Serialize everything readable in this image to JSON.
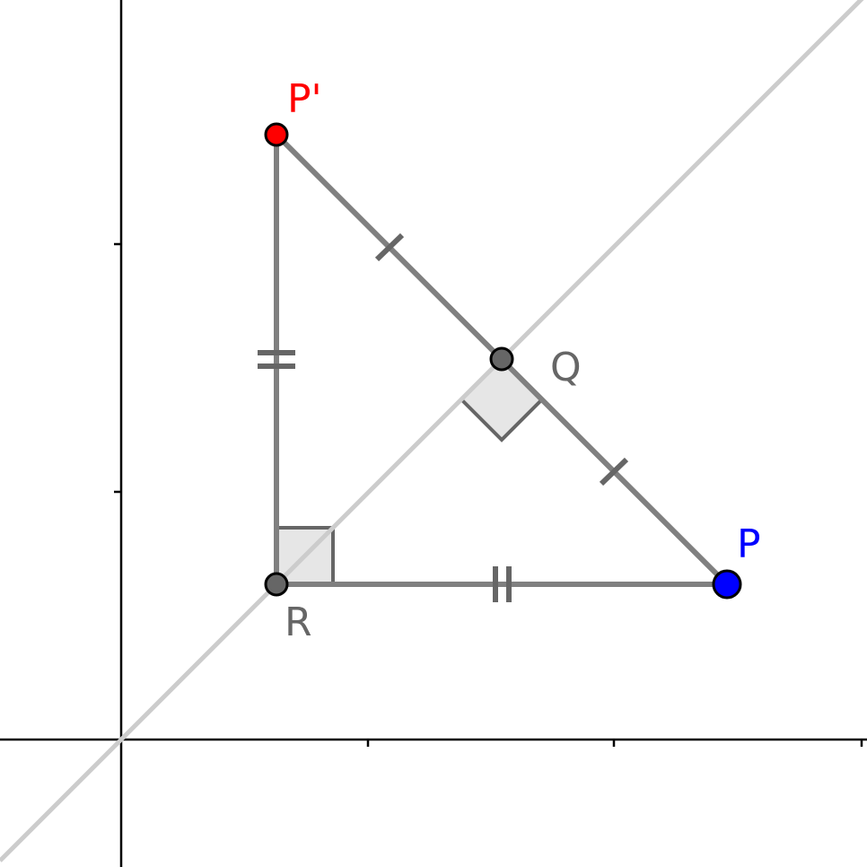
{
  "labels": {
    "p_prime": "P'",
    "q": "Q",
    "p": "P",
    "r": "R"
  },
  "colors": {
    "p_prime": "#ff0000",
    "p": "#0000ff",
    "q": "#666666",
    "r": "#666666",
    "segments": "#808080",
    "mirror_line": "#cccccc",
    "right_angle_fill": "#e6e6e6",
    "axes": "#000000"
  }
}
